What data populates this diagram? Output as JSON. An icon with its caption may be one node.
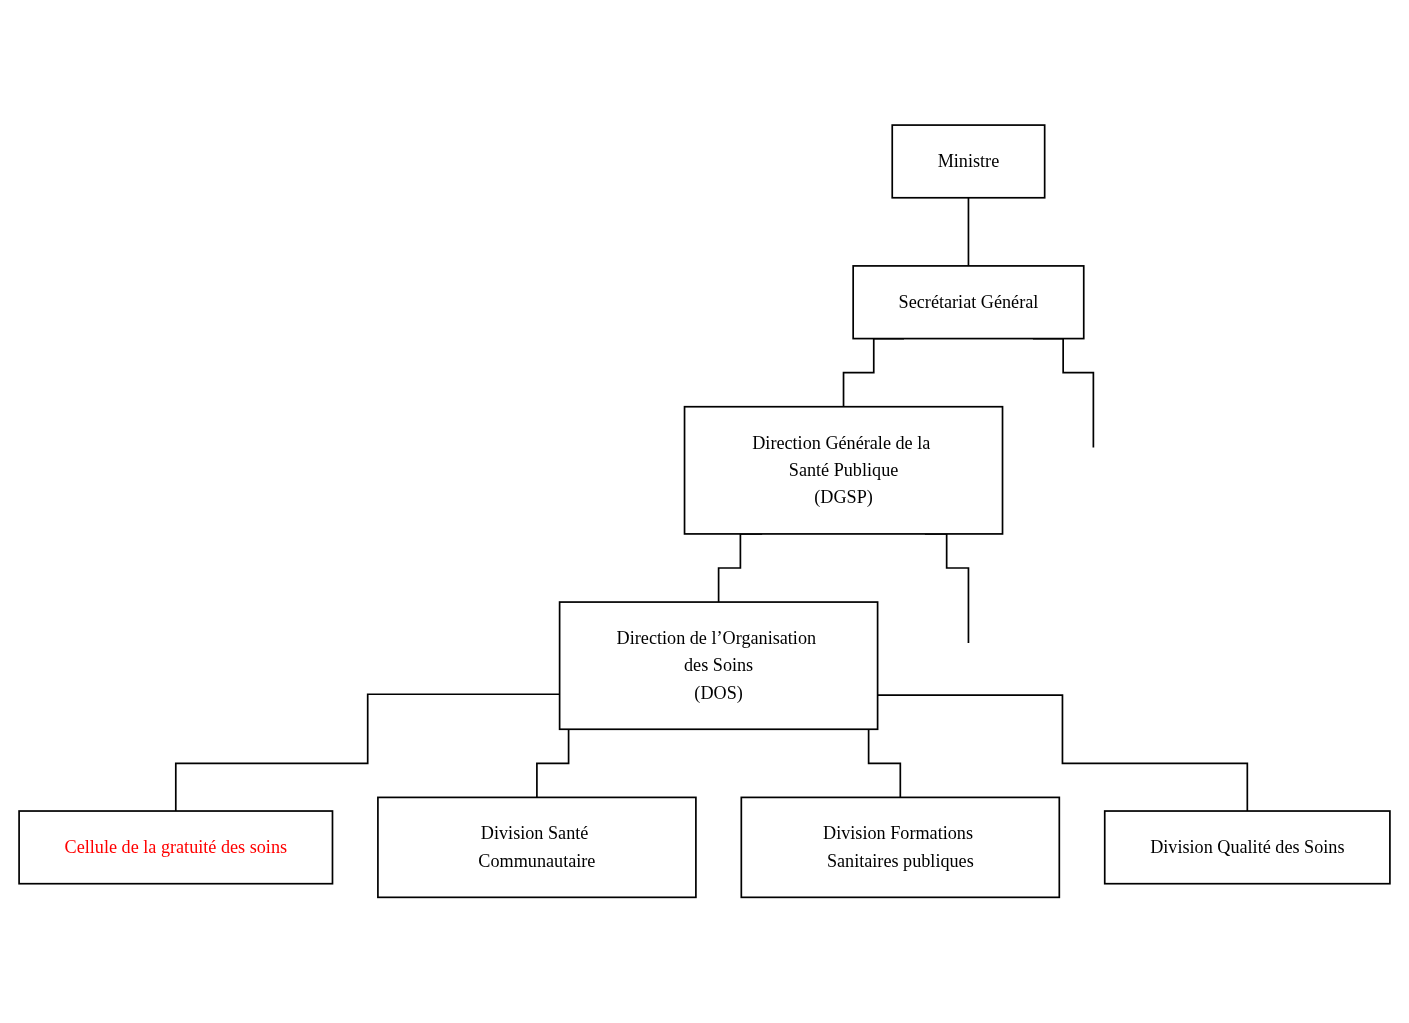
{
  "diagram": {
    "nodes": [
      {
        "text": [
          "Ministre"
        ]
      },
      {
        "text": [
          "Secrétariat Général"
        ]
      },
      {
        "text": [
          "Direction Générale de la Santé Publique",
          "(DGSP)"
        ]
      },
      {
        "text": [
          "Direction de l’Organisation des Soins",
          "(DOS)"
        ]
      },
      {
        "text": [
          "Cellule de la gratuité des soins"
        ]
      },
      {
        "text": [
          "Division Santé Communautaire"
        ]
      },
      {
        "text": [
          "Division Formations Sanitaires publiques"
        ]
      },
      {
        "text": [
          "Division Qualité des Soins"
        ]
      }
    ],
    "edges": [
      {
        "from": 0,
        "to": 1,
        "arrow": "none"
      },
      {
        "from": 1,
        "to": 2,
        "arrow": "none"
      },
      {
        "from": 1,
        "to": null,
        "arrow": "none"
      },
      {
        "from": 2,
        "to": 3,
        "arrow": "none"
      },
      {
        "from": 2,
        "to": null,
        "arrow": "none"
      },
      {
        "from": 3,
        "to": 4,
        "arrow": "none"
      },
      {
        "from": 3,
        "to": 5,
        "arrow": "none"
      },
      {
        "from": 3,
        "to": 6,
        "arrow": "none"
      },
      {
        "from": 3,
        "to": 7,
        "arrow": "none"
      }
    ]
  }
}
